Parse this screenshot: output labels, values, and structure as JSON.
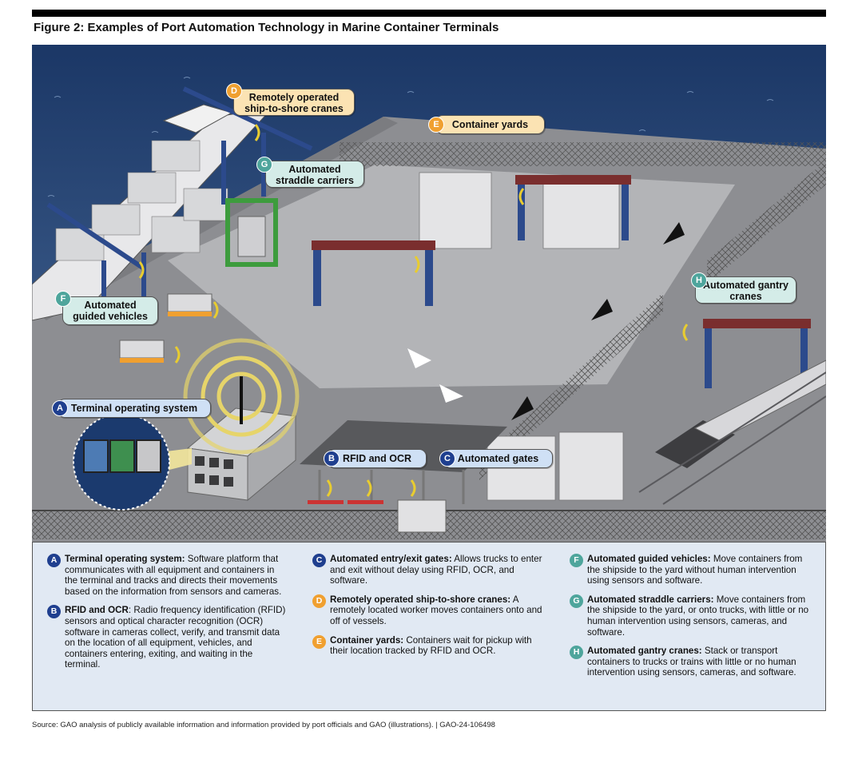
{
  "figure": {
    "title": "Figure 2: Examples of Port Automation Technology in Marine Container Terminals"
  },
  "colors": {
    "badge_blue": "#1f3f8f",
    "badge_orange": "#f0a030",
    "badge_teal": "#4ea59c",
    "callout_blue": "#cfe0f5",
    "callout_orange": "#fbe3b3",
    "callout_teal": "#d4ece8",
    "sky": "#1f3f73",
    "ground": "#8d8e92",
    "yard": "#b3b4b7",
    "legend_bg": "#e1e9f3"
  },
  "callouts": {
    "A": {
      "letter": "A",
      "label": "Terminal operating system"
    },
    "B": {
      "letter": "B",
      "label": "RFID and OCR"
    },
    "C": {
      "letter": "C",
      "label": "Automated gates"
    },
    "D": {
      "letter": "D",
      "label": "Remotely operated ship-to-shore cranes"
    },
    "E": {
      "letter": "E",
      "label": "Container yards"
    },
    "F": {
      "letter": "F",
      "label": "Automated guided vehicles"
    },
    "G": {
      "letter": "G",
      "label": "Automated straddle carriers"
    },
    "H": {
      "letter": "H",
      "label": "Automated gantry cranes"
    }
  },
  "legend": {
    "A": {
      "letter": "A",
      "term": "Terminal operating system:",
      "text": " Software platform that communicates with all equipment and containers in the terminal and tracks and directs their movements based on the information from sensors and cameras."
    },
    "B": {
      "letter": "B",
      "term": "RFID and OCR",
      "text": ": Radio frequency identification (RFID) sensors and optical character recognition (OCR) software in cameras collect, verify, and transmit data on the location of all equipment, vehicles, and containers entering, exiting, and waiting in the terminal."
    },
    "C": {
      "letter": "C",
      "term": "Automated entry/exit gates:",
      "text": " Allows trucks to enter and exit without delay using RFID, OCR, and software."
    },
    "D": {
      "letter": "D",
      "term": "Remotely operated ship-to-shore cranes:",
      "text": " A remotely located worker moves containers onto and off of vessels."
    },
    "E": {
      "letter": "E",
      "term": "Container yards:",
      "text": " Containers wait for pickup with their location tracked by RFID and OCR."
    },
    "F": {
      "letter": "F",
      "term": "Automated guided vehicles:",
      "text": " Move containers from the shipside to the yard without human intervention using sensors and software."
    },
    "G": {
      "letter": "G",
      "term": "Automated straddle carriers:",
      "text": " Move containers from the shipside to the yard, or onto trucks, with little or no human intervention using sensors, cameras, and software."
    },
    "H": {
      "letter": "H",
      "term": "Automated gantry cranes:",
      "text": " Stack or transport containers to trucks or trains with little or no human intervention using sensors, cameras, and software."
    }
  },
  "source": "Source: GAO analysis of publicly available information and information provided by port officials and GAO (illustrations).  |  GAO-24-106498"
}
